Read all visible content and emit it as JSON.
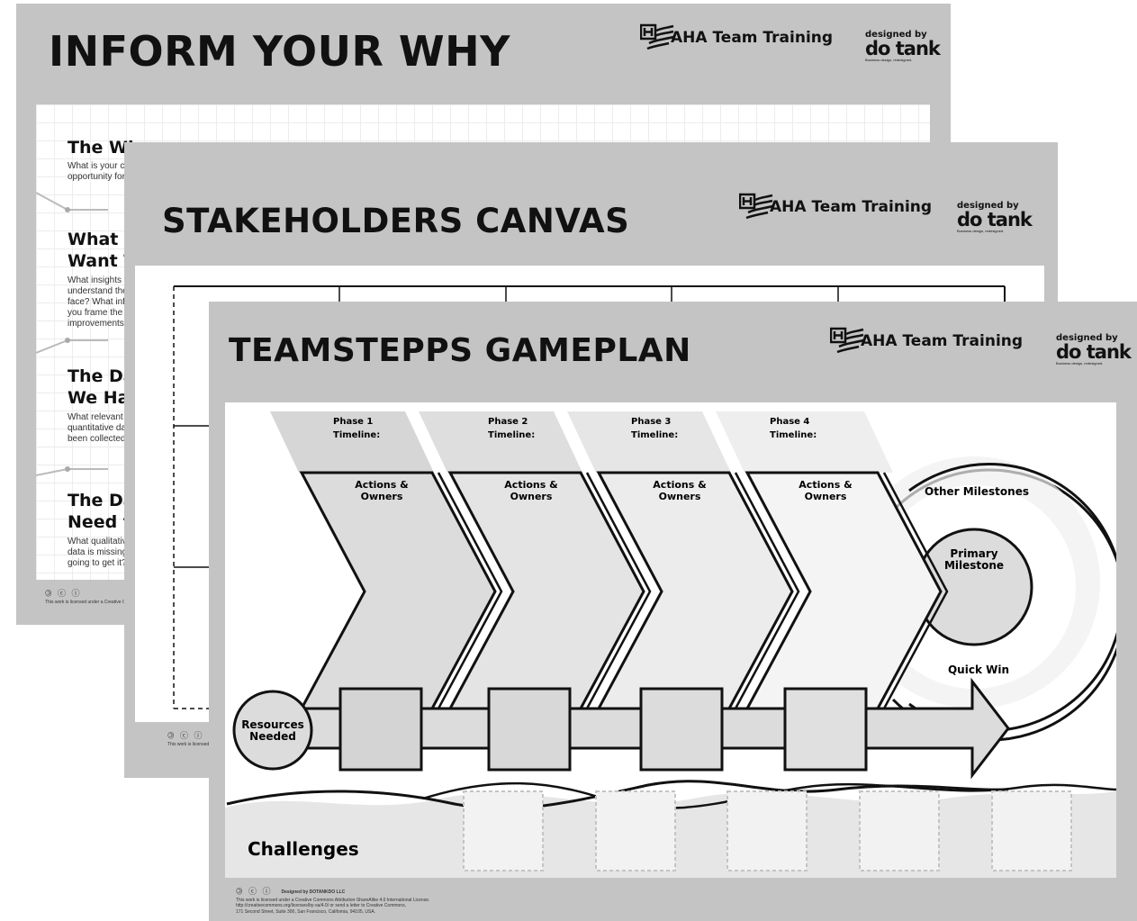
{
  "sheets": [
    {
      "title": "INFORM YOUR WHY",
      "sections": [
        {
          "title": "The Wi",
          "body": "What is your cl\nopportunity for"
        },
        {
          "title": "What \nWant T",
          "body": "What insights \nunderstand the\nface? What inf\nyou frame the \nimprovements"
        },
        {
          "title": "The Da\nWe Ha",
          "body": "What relevant \nquantitative da\nbeen collected"
        },
        {
          "title": "The Da\nNeed t",
          "body": "What qualitativ\ndata is missing\ngoing to get it?"
        }
      ]
    },
    {
      "title": "STAKEHOLDERS CANVAS"
    },
    {
      "title": "TEAMSTEPPS GAMEPLAN",
      "phases": [
        {
          "phase": "Phase 1",
          "timeline": "Timeline:",
          "actions_line1": "Actions &",
          "actions_line2": "Owners"
        },
        {
          "phase": "Phase 2",
          "timeline": "Timeline:",
          "actions_line1": "Actions &",
          "actions_line2": "Owners"
        },
        {
          "phase": "Phase 3",
          "timeline": "Timeline:",
          "actions_line1": "Actions &",
          "actions_line2": "Owners"
        },
        {
          "phase": "Phase 4",
          "timeline": "Timeline:",
          "actions_line1": "Actions &",
          "actions_line2": "Owners"
        }
      ],
      "other_milestones": "Other Milestones",
      "primary_milestone_line1": "Primary",
      "primary_milestone_line2": "Milestone",
      "quick_win": "Quick Win",
      "resources_line1": "Resources",
      "resources_line2": "Needed",
      "challenges": "Challenges"
    }
  ],
  "branding": {
    "aha": "AHA Team Training",
    "designed_by": "designed by",
    "dotank": "do tank",
    "dotank_tagline": "Business design, redesigned.",
    "cc_icons": "🄯 ⓒ ⓘ",
    "footer_designed": "Designed by DOTANKDO LLC",
    "footer_license": "This work is licensed under a Creative Commons Attribution-ShareAlike 4.0 International License.",
    "footer_url": "http://creativecommons.org/licenses/by-sa/4.0/ or send a letter to Creative Commons,",
    "footer_address": "171 Second Street, Suite 300, San Francisco, California, 94105, USA."
  },
  "colors": {
    "header_gray": "#c4c4c4",
    "chevron_fills": [
      "#dcdcdc",
      "#e4e4e4",
      "#ececec",
      "#f2f2f2"
    ],
    "timeline_fills": [
      "#d6d6d6",
      "#dedede",
      "#e6e6e6",
      "#eeeeee"
    ]
  }
}
